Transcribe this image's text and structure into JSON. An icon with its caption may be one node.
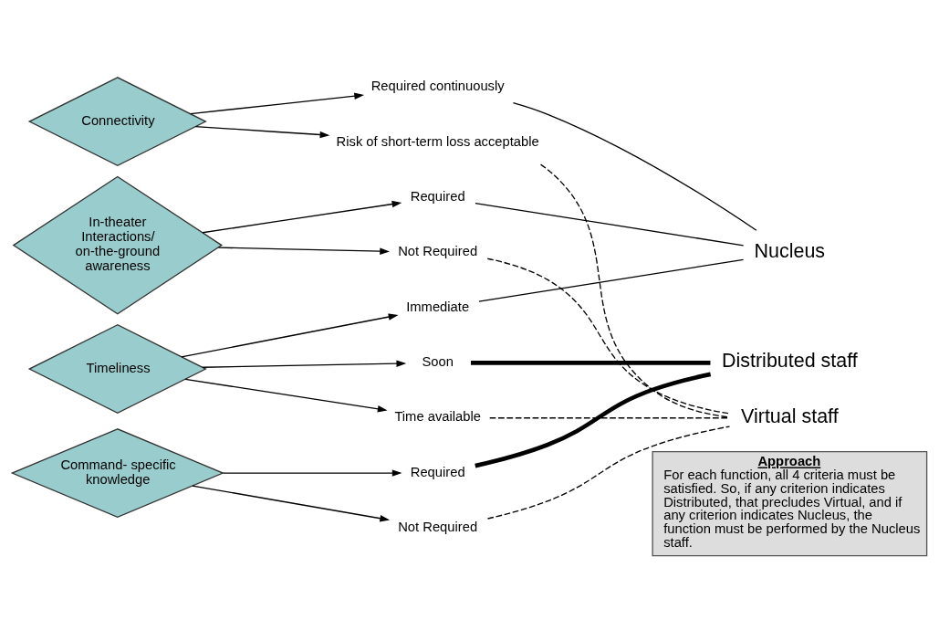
{
  "diagram": {
    "nodes": [
      {
        "text": [
          "Connectivity"
        ]
      },
      {
        "text": [
          "Required continuously"
        ]
      },
      {
        "text": [
          "Risk of short-term loss acceptable"
        ]
      },
      {
        "text": [
          "In-theater Interactions/ on-the-ground awareness"
        ]
      },
      {
        "text": [
          "Required"
        ]
      },
      {
        "text": [
          "Not Required"
        ]
      },
      {
        "text": [
          "Timeliness"
        ]
      },
      {
        "text": [
          "Immediate"
        ]
      },
      {
        "text": [
          "Soon"
        ]
      },
      {
        "text": [
          "Time available"
        ]
      },
      {
        "text": [
          "Command- specific knowledge"
        ]
      },
      {
        "text": [
          "Required"
        ]
      },
      {
        "text": [
          "Not Required"
        ]
      },
      {
        "text": [
          "Nucleus"
        ]
      },
      {
        "text": [
          "Distributed staff"
        ]
      },
      {
        "text": [
          "Virtual staff"
        ]
      },
      {
        "text": [
          "Approach",
          "For each function, all 4 criteria must be satisfied. So, if any criterion indicates Distributed, that precludes Virtual, and if any criterion indicates Nucleus, the function must be performed by the Nucleus staff."
        ]
      }
    ],
    "edges": [
      {
        "from": 0,
        "to": 1,
        "arrow": "to"
      },
      {
        "from": 0,
        "to": 2,
        "arrow": "to"
      },
      {
        "from": 3,
        "to": 4,
        "arrow": "to"
      },
      {
        "from": 3,
        "to": 5,
        "arrow": "to"
      },
      {
        "from": 6,
        "to": 7,
        "arrow": "to"
      },
      {
        "from": 6,
        "to": 8,
        "arrow": "to"
      },
      {
        "from": 6,
        "to": 9,
        "arrow": "to"
      },
      {
        "from": 10,
        "to": 11,
        "arrow": "to"
      },
      {
        "from": 10,
        "to": 12,
        "arrow": "to"
      },
      {
        "from": 1,
        "to": 13,
        "arrow": "none"
      },
      {
        "from": 2,
        "to": 15,
        "arrow": "none",
        "style": "dashed"
      },
      {
        "from": 4,
        "to": 13,
        "arrow": "none"
      },
      {
        "from": 5,
        "to": 15,
        "arrow": "none",
        "style": "dashed"
      },
      {
        "from": 7,
        "to": 13,
        "arrow": "none"
      },
      {
        "from": 8,
        "to": 14,
        "arrow": "none",
        "style": "thick"
      },
      {
        "from": 9,
        "to": 15,
        "arrow": "none",
        "style": "dashed"
      },
      {
        "from": 11,
        "to": 14,
        "arrow": "none",
        "style": "thick"
      },
      {
        "from": 12,
        "to": 15,
        "arrow": "none",
        "style": "dashed"
      }
    ]
  }
}
